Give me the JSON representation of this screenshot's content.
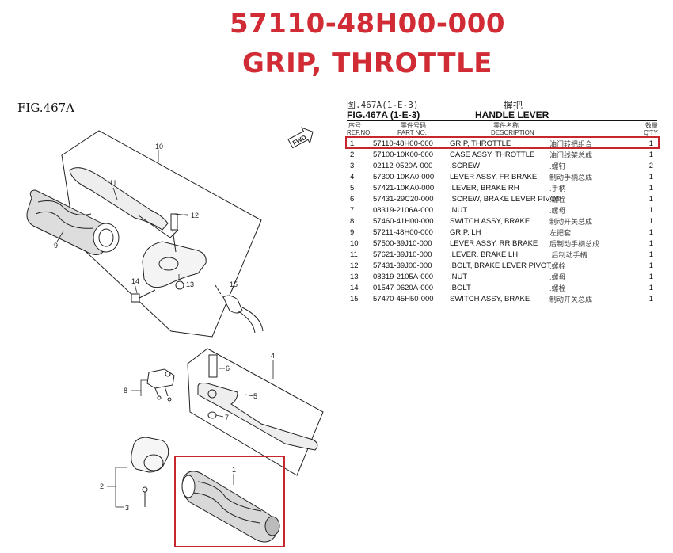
{
  "header": {
    "part_number": "57110-48H00-000",
    "part_name": "GRIP, THROTTLE"
  },
  "figure": {
    "left_label": "FIG.467A",
    "table_top_code": "图.467A(1-E-3)",
    "table_top_cn_title": "握把",
    "table_fig": "FIG.467A (1-E-3)",
    "table_title": "HANDLE LEVER",
    "fwd_label": "FWD"
  },
  "columns": {
    "ref_cn": "序号",
    "ref": "REF.NO.",
    "part_cn": "零件号码",
    "part": "PART NO.",
    "desc_cn": "零件名称",
    "desc": "DESCRIPTION",
    "qty_cn": "数量",
    "qty": "Q'TY"
  },
  "rows": [
    {
      "ref": "1",
      "part": "57110-48H00-000",
      "desc": "GRIP, THROTTLE",
      "cn": "油门转把组合",
      "qty": "1"
    },
    {
      "ref": "2",
      "part": "57100-10K00-000",
      "desc": "CASE ASSY, THROTTLE",
      "cn": "油门线架总成",
      "qty": "1"
    },
    {
      "ref": "3",
      "part": "02112-0520A-000",
      "desc": ".SCREW",
      "cn": ".螺钉",
      "qty": "2"
    },
    {
      "ref": "4",
      "part": "57300-10KA0-000",
      "desc": "LEVER ASSY, FR BRAKE",
      "cn": "制动手柄总成",
      "qty": "1"
    },
    {
      "ref": "5",
      "part": "57421-10KA0-000",
      "desc": ".LEVER, BRAKE RH",
      "cn": ".手柄",
      "qty": "1"
    },
    {
      "ref": "6",
      "part": "57431-29C20-000",
      "desc": ".SCREW, BRAKE LEVER PIVOT",
      "cn": ".螺栓",
      "qty": "1"
    },
    {
      "ref": "7",
      "part": "08319-2106A-000",
      "desc": ".NUT",
      "cn": ".螺母",
      "qty": "1"
    },
    {
      "ref": "8",
      "part": "57460-41H00-000",
      "desc": "SWITCH ASSY, BRAKE",
      "cn": "制动开关总成",
      "qty": "1"
    },
    {
      "ref": "9",
      "part": "57211-48H00-000",
      "desc": "GRIP, LH",
      "cn": "左把套",
      "qty": "1"
    },
    {
      "ref": "10",
      "part": "57500-39J10-000",
      "desc": "LEVER ASSY, RR BRAKE",
      "cn": "后制动手柄总成",
      "qty": "1"
    },
    {
      "ref": "11",
      "part": "57621-39J10-000",
      "desc": ".LEVER, BRAKE LH",
      "cn": ".后制动手柄",
      "qty": "1"
    },
    {
      "ref": "12",
      "part": "57431-39J00-000",
      "desc": ".BOLT, BRAKE LEVER PIVOT",
      "cn": ".螺栓",
      "qty": "1"
    },
    {
      "ref": "13",
      "part": "08319-2105A-000",
      "desc": ".NUT",
      "cn": ".螺母",
      "qty": "1"
    },
    {
      "ref": "14",
      "part": "01547-0620A-000",
      "desc": ".BOLT",
      "cn": ".螺栓",
      "qty": "1"
    },
    {
      "ref": "15",
      "part": "57470-45H50-000",
      "desc": "SWITCH ASSY, BRAKE",
      "cn": "制动开关总成",
      "qty": "1"
    }
  ],
  "callouts": [
    "1",
    "2",
    "3",
    "4",
    "5",
    "6",
    "7",
    "8",
    "9",
    "10",
    "11",
    "12",
    "13",
    "14",
    "15"
  ],
  "colors": {
    "highlight": "#c8262f",
    "title": "#d12b35"
  }
}
